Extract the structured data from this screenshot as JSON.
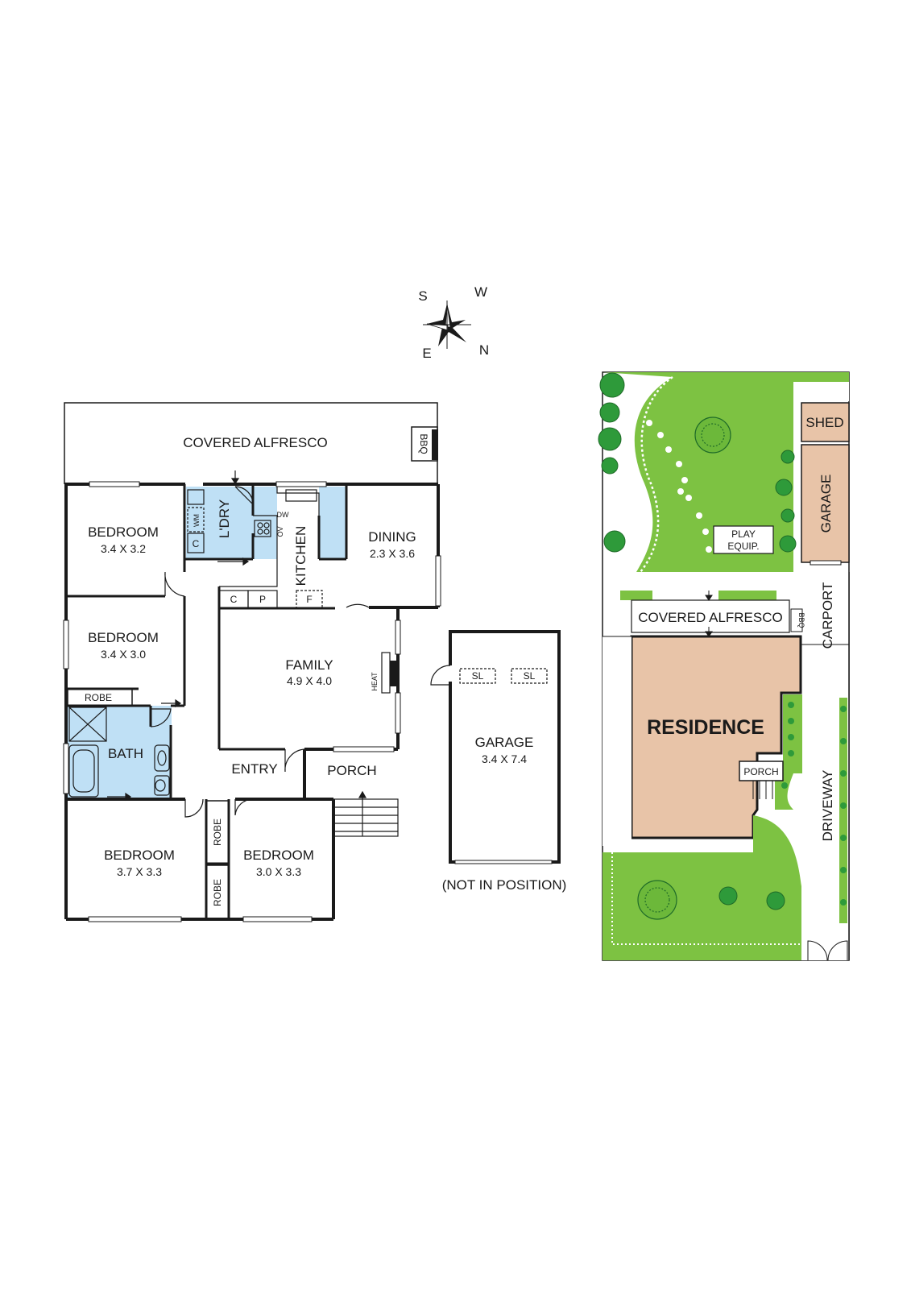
{
  "compass": {
    "s": "S",
    "w": "W",
    "e": "E",
    "n": "N"
  },
  "floor_plan": {
    "covered_alfresco": "COVERED ALFRESCO",
    "bbq": "BBQ",
    "bedroom_1": {
      "name": "BEDROOM",
      "size": "3.4 X 3.2"
    },
    "bedroom_2": {
      "name": "BEDROOM",
      "size": "3.4 X 3.0"
    },
    "bedroom_3": {
      "name": "BEDROOM",
      "size": "3.7 X 3.3"
    },
    "bedroom_4": {
      "name": "BEDROOM",
      "size": "3.0 X 3.3"
    },
    "laundry": "L'DRY",
    "wm": "WM",
    "c": "C",
    "dw": "DW",
    "ov": "OV",
    "kitchen": "KITCHEN",
    "dining": {
      "name": "DINING",
      "size": "2.3 X 3.6"
    },
    "p": "P",
    "f": "F",
    "family": {
      "name": "FAMILY",
      "size": "4.9 X 4.0"
    },
    "heat": "HEAT",
    "robe": "ROBE",
    "bath": "BATH",
    "entry": "ENTRY",
    "porch": "PORCH"
  },
  "garage_plan": {
    "sl": "SL",
    "name": "GARAGE",
    "size": "3.4 X 7.4",
    "note": "(NOT IN POSITION)"
  },
  "site_plan": {
    "shed": "SHED",
    "garage": "GARAGE",
    "play_equip_line1": "PLAY",
    "play_equip_line2": "EQUIP.",
    "covered_alfresco": "COVERED ALFRESCO",
    "bbq": "BBQ",
    "carport": "CARPORT",
    "residence": "RESIDENCE",
    "porch": "PORCH",
    "driveway": "DRIVEWAY"
  },
  "colors": {
    "wet_area": "#bfe0f5",
    "lawn": "#7dc242",
    "building_fill": "#e8c4a8",
    "wall": "#1a1a1a"
  }
}
